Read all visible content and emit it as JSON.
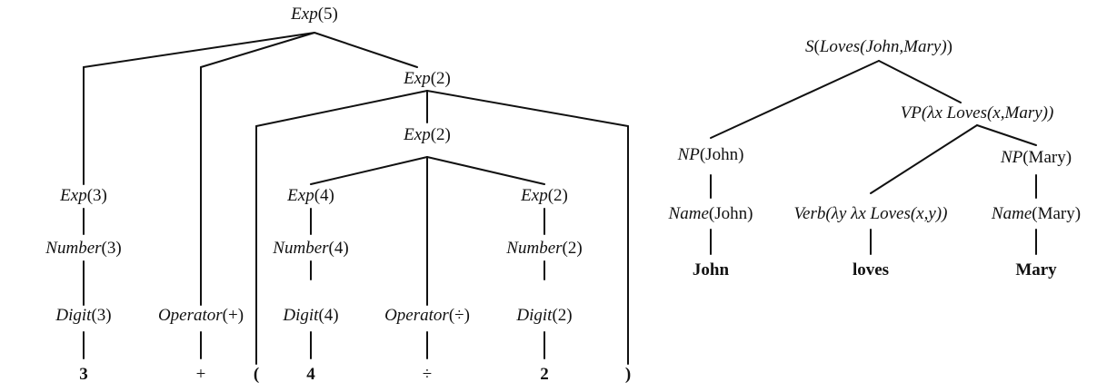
{
  "arithmetic_tree": {
    "root": {
      "fn": "Exp",
      "args": "(5)"
    },
    "exp3": {
      "fn": "Exp",
      "args": "(3)"
    },
    "number3": {
      "fn": "Number",
      "args": "(3)"
    },
    "digit3": {
      "fn": "Digit",
      "args": "(3)"
    },
    "token_3": "3",
    "operator_plus": {
      "fn": "Operator",
      "args": "(+)"
    },
    "token_plus": "+",
    "exp2_outer": {
      "fn": "Exp",
      "args": "(2)"
    },
    "token_lparen": "(",
    "exp2_inner": {
      "fn": "Exp",
      "args": "(2)"
    },
    "exp4": {
      "fn": "Exp",
      "args": "(4)"
    },
    "number4": {
      "fn": "Number",
      "args": "(4)"
    },
    "digit4": {
      "fn": "Digit",
      "args": "(4)"
    },
    "token_4": "4",
    "operator_div": {
      "fn": "Operator",
      "args": "(÷)"
    },
    "token_div": "÷",
    "exp2_leaf": {
      "fn": "Exp",
      "args": "(2)"
    },
    "number2": {
      "fn": "Number",
      "args": "(2)"
    },
    "digit2": {
      "fn": "Digit",
      "args": "(2)"
    },
    "token_2": "2",
    "token_rparen": ")"
  },
  "sentence_tree": {
    "root": {
      "fn": "S",
      "args_open": "(",
      "inner_fn": "Loves",
      "inner_args": "(John,Mary)",
      "args_close": ")"
    },
    "vp": {
      "fn": "VP",
      "text": "(λx Loves(x,Mary))"
    },
    "np_john": {
      "fn": "NP",
      "args": "(John)"
    },
    "name_john": {
      "fn": "Name",
      "args": "(John)"
    },
    "word_john": "John",
    "verb": {
      "fn": "Verb",
      "text": "(λy λx Loves(x,y))"
    },
    "word_loves": "loves",
    "np_mary": {
      "fn": "NP",
      "args": "(Mary)"
    },
    "name_mary": {
      "fn": "Name",
      "args": "(Mary)"
    },
    "word_mary": "Mary"
  }
}
